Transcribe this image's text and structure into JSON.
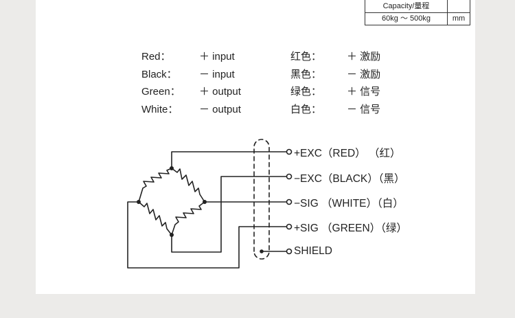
{
  "spec": {
    "capacity_label": "Capacity/量程",
    "range": "60kg ～ 500kg",
    "unit": "mm"
  },
  "legend_en": [
    {
      "color": "Red：",
      "signal": "＋ input"
    },
    {
      "color": "Black：",
      "signal": "－ input"
    },
    {
      "color": "Green：",
      "signal": "＋ output"
    },
    {
      "color": "White：",
      "signal": "－ output"
    }
  ],
  "legend_cn": [
    {
      "color": "红色：",
      "signal": "＋ 激励"
    },
    {
      "color": "黑色：",
      "signal": "－ 激励"
    },
    {
      "color": "绿色：",
      "signal": "＋ 信号"
    },
    {
      "color": "白色：",
      "signal": "－ 信号"
    }
  ],
  "terminals": [
    {
      "label": "+EXC（RED）   （红）"
    },
    {
      "label": "−EXC（BLACK）（黑）"
    },
    {
      "label": "−SIG （WHITE）（白）"
    },
    {
      "label": "+SIG （GREEN）（绿）"
    },
    {
      "label": "SHIELD"
    }
  ]
}
